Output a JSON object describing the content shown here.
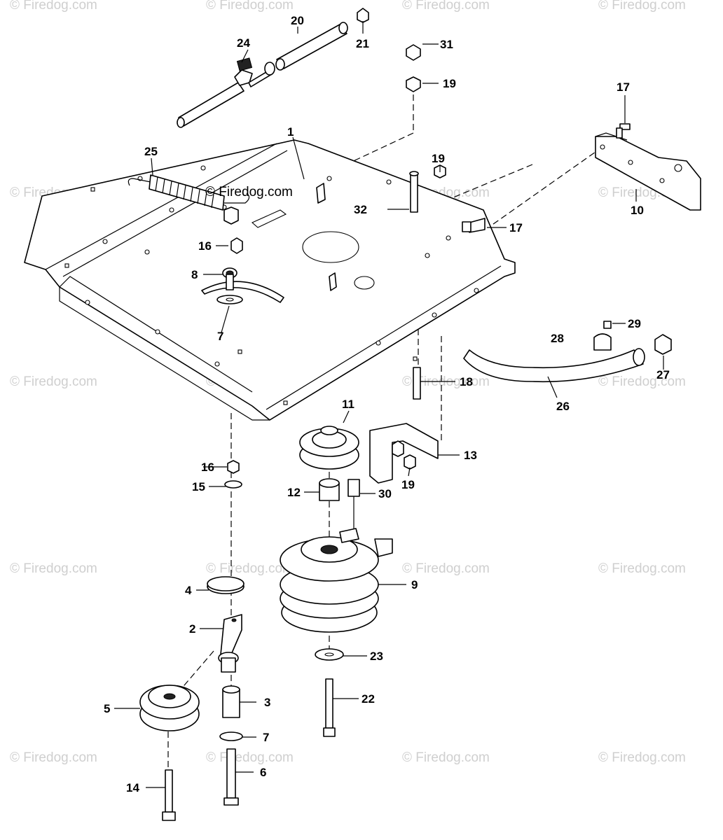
{
  "watermark": "© Firedog.com",
  "callouts": [
    "1",
    "2",
    "3",
    "4",
    "5",
    "6",
    "7",
    "7",
    "8",
    "9",
    "10",
    "11",
    "12",
    "13",
    "14",
    "15",
    "16",
    "16",
    "17",
    "17",
    "18",
    "19",
    "19",
    "19",
    "20",
    "21",
    "22",
    "23",
    "24",
    "25",
    "26",
    "27",
    "28",
    "29",
    "30",
    "31",
    "32"
  ]
}
